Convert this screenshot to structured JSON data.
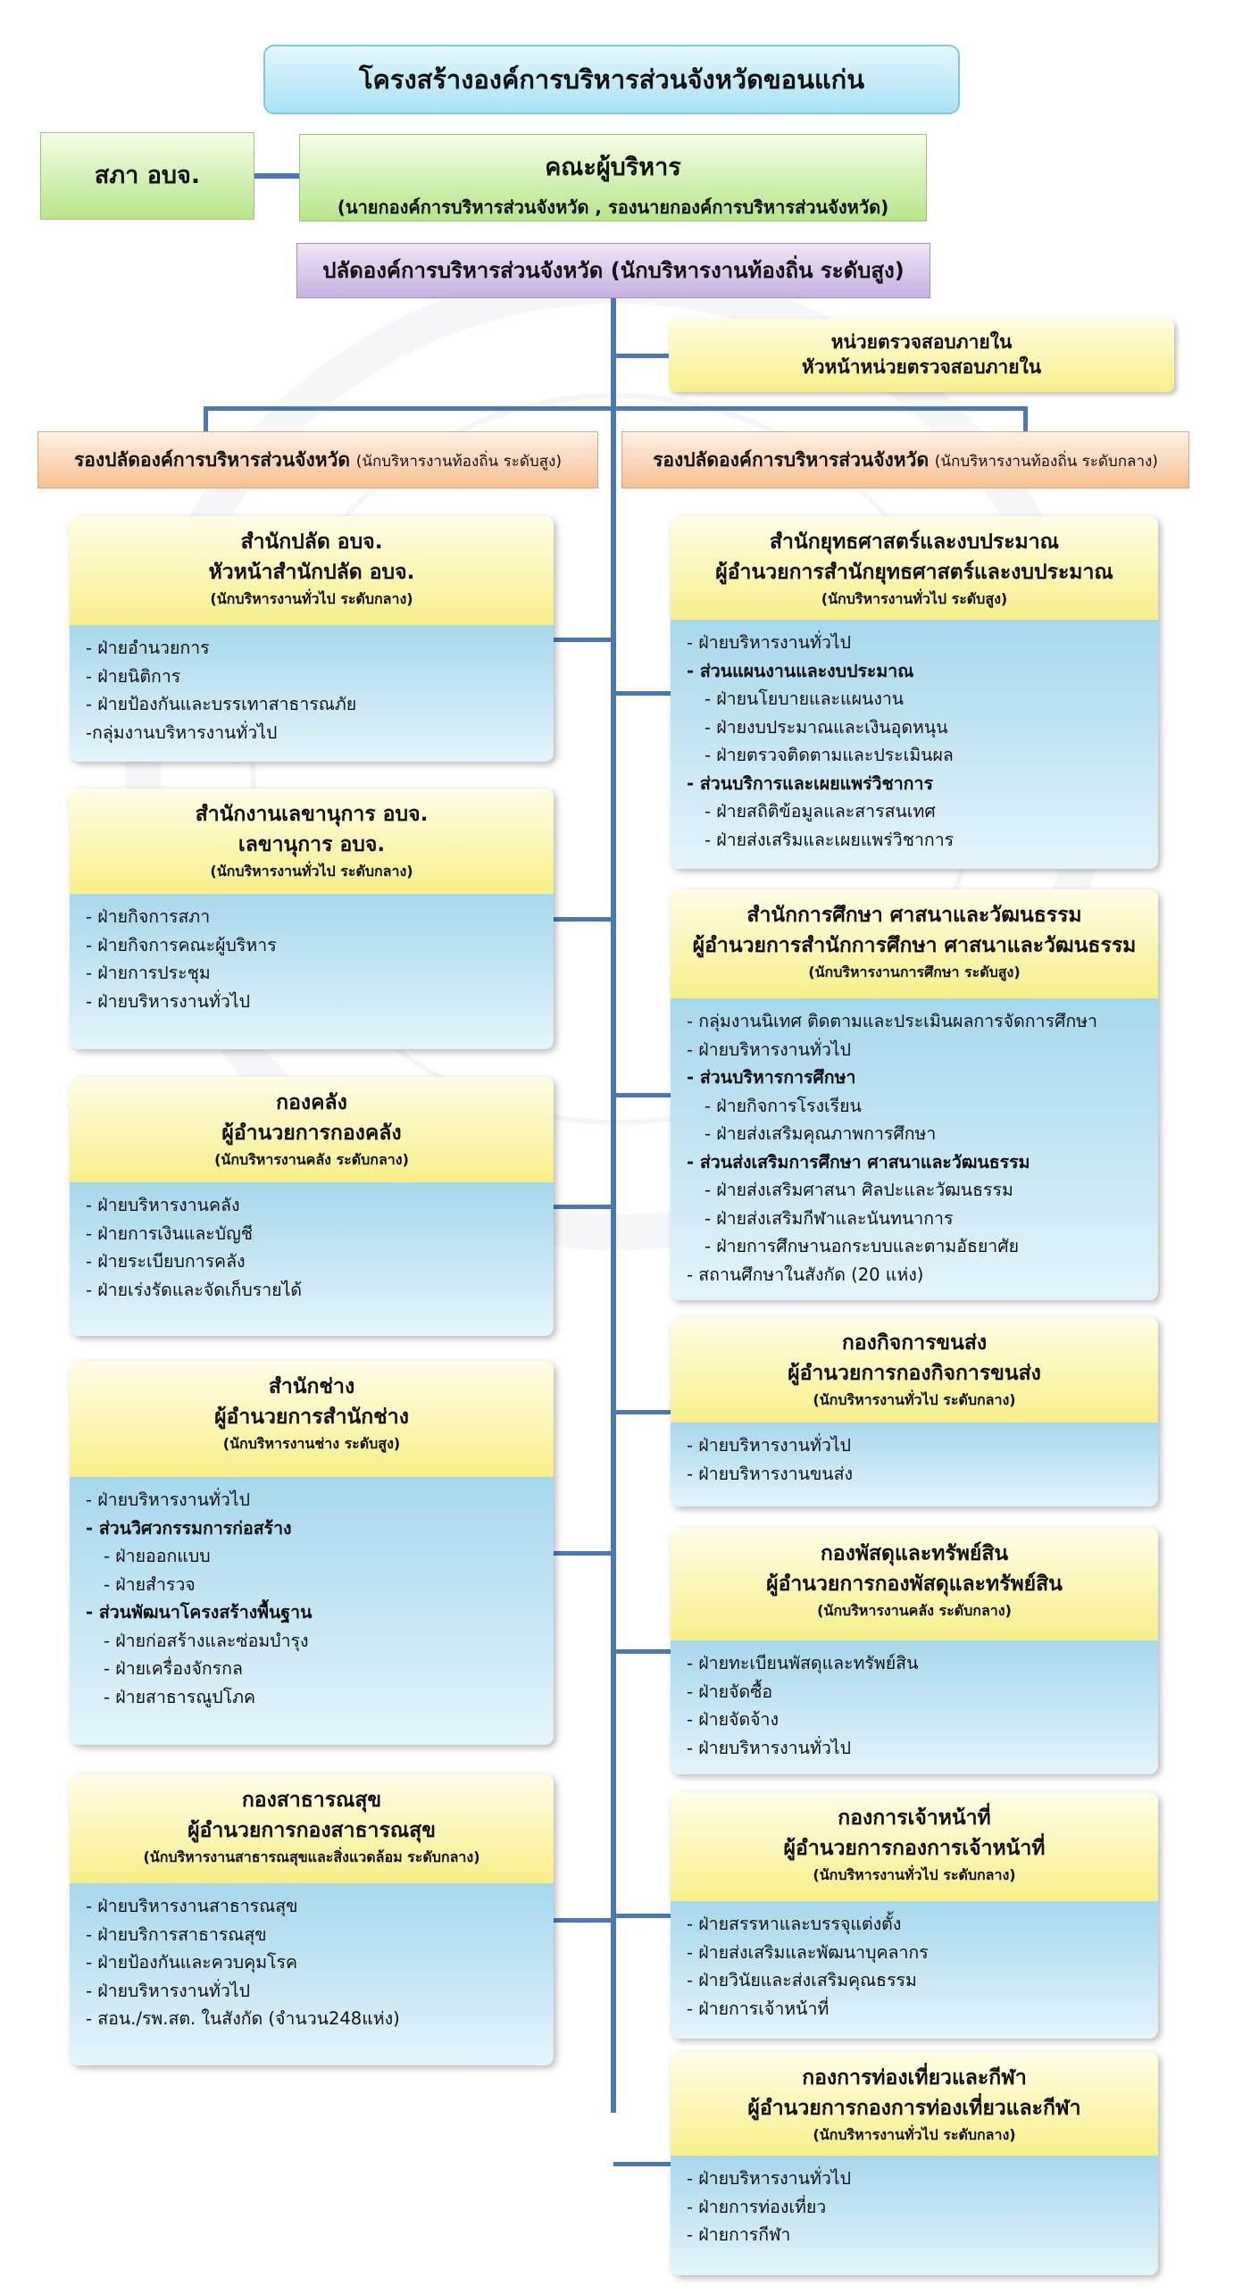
{
  "title": "โครงสร้างองค์การบริหารส่วนจังหวัดขอนแก่น",
  "council": "สภา อบจ.",
  "executive": {
    "title": "คณะผู้บริหาร",
    "subtitle": "(นายกองค์การบริหารส่วนจังหวัด , รองนายกองค์การบริหารส่วนจังหวัด)"
  },
  "clerk": "ปลัดองค์การบริหารส่วนจังหวัด (นักบริหารงานท้องถิ่น ระดับสูง)",
  "audit": {
    "line1": "หน่วยตรวจสอบภายใน",
    "line2": "หัวหน้าหน่วยตรวจสอบภายใน"
  },
  "deputies": [
    {
      "title": "รองปลัดองค์การบริหารส่วนจังหวัด",
      "level": "(นักบริหารงานท้องถิ่น ระดับสูง)"
    },
    {
      "title": "รองปลัดองค์การบริหารส่วนจังหวัด",
      "level": "(นักบริหารงานท้องถิ่น ระดับกลาง)"
    }
  ],
  "left_cards": [
    {
      "lines": [
        "สำนักปลัด อบจ.",
        "หัวหน้าสำนักปลัด อบจ."
      ],
      "level": "(นักบริหารงานทั่วไป ระดับกลาง)",
      "items": [
        {
          "text": "- ฝ่ายอำนวยการ",
          "s": 0
        },
        {
          "text": "- ฝ่ายนิติการ",
          "s": 0
        },
        {
          "text": "- ฝ่ายป้องกันและบรรเทาสาธารณภัย",
          "s": 0
        },
        {
          "text": "-กลุ่มงานบริหารงานทั่วไป",
          "s": 0
        }
      ]
    },
    {
      "lines": [
        "สำนักงานเลขานุการ อบจ.",
        "เลขานุการ อบจ."
      ],
      "level": "(นักบริหารงานทั่วไป ระดับกลาง)",
      "items": [
        {
          "text": "- ฝ่ายกิจการสภา",
          "s": 0
        },
        {
          "text": "- ฝ่ายกิจการคณะผู้บริหาร",
          "s": 0
        },
        {
          "text": "- ฝ่ายการประชุม",
          "s": 0
        },
        {
          "text": "- ฝ่ายบริหารงานทั่วไป",
          "s": 0
        }
      ]
    },
    {
      "lines": [
        "กองคลัง",
        "ผู้อำนวยการกองคลัง"
      ],
      "level": "(นักบริหารงานคลัง ระดับกลาง)",
      "items": [
        {
          "text": "- ฝ่ายบริหารงานคลัง",
          "s": 0
        },
        {
          "text": "- ฝ่ายการเงินและบัญชี",
          "s": 0
        },
        {
          "text": "- ฝ่ายระเบียบการคลัง",
          "s": 0
        },
        {
          "text": "- ฝ่ายเร่งรัดและจัดเก็บรายได้",
          "s": 0
        }
      ]
    },
    {
      "lines": [
        "สำนักช่าง",
        "ผู้อำนวยการสำนักช่าง"
      ],
      "level": "(นักบริหารงานช่าง ระดับสูง)",
      "items": [
        {
          "text": "- ฝ่ายบริหารงานทั่วไป",
          "s": 0
        },
        {
          "text": "- ส่วนวิศวกรรมการก่อสร้าง",
          "s": 1
        },
        {
          "text": "- ฝ่ายออกแบบ",
          "s": 2
        },
        {
          "text": "- ฝ่ายสำรวจ",
          "s": 2
        },
        {
          "text": "- ส่วนพัฒนาโครงสร้างพื้นฐาน",
          "s": 1
        },
        {
          "text": "- ฝ่ายก่อสร้างและซ่อมบำรุง",
          "s": 2
        },
        {
          "text": "- ฝ่ายเครื่องจักรกล",
          "s": 2
        },
        {
          "text": "- ฝ่ายสาธารณูปโภค",
          "s": 2
        }
      ]
    },
    {
      "lines": [
        "กองสาธารณสุข",
        "ผู้อำนวยการกองสาธารณสุข"
      ],
      "level": "(นักบริหารงานสาธารณสุขและสิ่งแวดล้อม ระดับกลาง)",
      "items": [
        {
          "text": "- ฝ่ายบริหารงานสาธารณสุข",
          "s": 0
        },
        {
          "text": "- ฝ่ายบริการสาธารณสุข",
          "s": 0
        },
        {
          "text": "- ฝ่ายป้องกันและควบคุมโรค",
          "s": 0
        },
        {
          "text": "- ฝ่ายบริหารงานทั่วไป",
          "s": 0
        },
        {
          "text": "- สอน./รพ.สต. ในสังกัด (จำนวน248แห่ง)",
          "s": 0
        }
      ]
    }
  ],
  "right_cards": [
    {
      "lines": [
        "สำนักยุทธศาสตร์และงบประมาณ",
        "ผู้อำนวยการสำนักยุทธศาสตร์และงบประมาณ"
      ],
      "level": "(นักบริหารงานทั่วไป ระดับสูง)",
      "items": [
        {
          "text": "- ฝ่ายบริหารงานทั่วไป",
          "s": 0
        },
        {
          "text": "- ส่วนแผนงานและงบประมาณ",
          "s": 1
        },
        {
          "text": "- ฝ่ายนโยบายและแผนงาน",
          "s": 2
        },
        {
          "text": "- ฝ่ายงบประมาณและเงินอุดหนุน",
          "s": 2
        },
        {
          "text": "- ฝ่ายตรวจติดตามและประเมินผล",
          "s": 2
        },
        {
          "text": "- ส่วนบริการและเผยแพร่วิชาการ",
          "s": 1
        },
        {
          "text": "- ฝ่ายสถิติข้อมูลและสารสนเทศ",
          "s": 2
        },
        {
          "text": "- ฝ่ายส่งเสริมและเผยแพร่วิชาการ",
          "s": 2
        }
      ]
    },
    {
      "lines": [
        "สำนักการศึกษา ศาสนาและวัฒนธรรม",
        "ผู้อำนวยการสำนักการศึกษา ศาสนาและวัฒนธรรม"
      ],
      "level": "(นักบริหารงานการศึกษา ระดับสูง)",
      "items": [
        {
          "text": "- กลุ่มงานนิเทศ ติดตามและประเมินผลการจัดการศึกษา",
          "s": 0
        },
        {
          "text": "- ฝ่ายบริหารงานทั่วไป",
          "s": 0
        },
        {
          "text": "- ส่วนบริหารการศึกษา",
          "s": 1
        },
        {
          "text": "- ฝ่ายกิจการโรงเรียน",
          "s": 2
        },
        {
          "text": "- ฝ่ายส่งเสริมคุณภาพการศึกษา",
          "s": 2
        },
        {
          "text": "- ส่วนส่งเสริมการศึกษา ศาสนาและวัฒนธรรม",
          "s": 1
        },
        {
          "text": "- ฝ่ายส่งเสริมศาสนา ศิลปะและวัฒนธรรม",
          "s": 2
        },
        {
          "text": "- ฝ่ายส่งเสริมกีฬาและนันทนาการ",
          "s": 2
        },
        {
          "text": "- ฝ่ายการศึกษานอกระบบและตามอัธยาศัย",
          "s": 2
        },
        {
          "text": "- สถานศึกษาในสังกัด (20 แห่ง)",
          "s": 0
        }
      ]
    },
    {
      "lines": [
        "กองกิจการขนส่ง",
        "ผู้อำนวยการกองกิจการขนส่ง"
      ],
      "level": "(นักบริหารงานทั่วไป ระดับกลาง)",
      "items": [
        {
          "text": "- ฝ่ายบริหารงานทั่วไป",
          "s": 0
        },
        {
          "text": "- ฝ่ายบริหารงานขนส่ง",
          "s": 0
        }
      ]
    },
    {
      "lines": [
        "กองพัสดุและทรัพย์สิน",
        "ผู้อำนวยการกองพัสดุและทรัพย์สิน"
      ],
      "level": "(นักบริหารงานคลัง ระดับกลาง)",
      "items": [
        {
          "text": "- ฝ่ายทะเบียนพัสดุและทรัพย์สิน",
          "s": 0
        },
        {
          "text": "- ฝ่ายจัดซื้อ",
          "s": 0
        },
        {
          "text": "- ฝ่ายจัดจ้าง",
          "s": 0
        },
        {
          "text": "- ฝ่ายบริหารงานทั่วไป",
          "s": 0
        }
      ]
    },
    {
      "lines": [
        "กองการเจ้าหน้าที่",
        "ผู้อำนวยการกองการเจ้าหน้าที่"
      ],
      "level": "(นักบริหารงานทั่วไป ระดับกลาง)",
      "items": [
        {
          "text": "- ฝ่ายสรรหาและบรรจุแต่งตั้ง",
          "s": 0
        },
        {
          "text": "- ฝ่ายส่งเสริมและพัฒนาบุคลากร",
          "s": 0
        },
        {
          "text": "- ฝ่ายวินัยและส่งเสริมคุณธรรม",
          "s": 0
        },
        {
          "text": "- ฝ่ายการเจ้าหน้าที่",
          "s": 0
        }
      ]
    },
    {
      "lines": [
        "กองการท่องเที่ยวและกีฬา",
        "ผู้อำนวยการกองการท่องเที่ยวและกีฬา"
      ],
      "level": "(นักบริหารงานทั่วไป ระดับกลาง)",
      "items": [
        {
          "text": "- ฝ่ายบริหารงานทั่วไป",
          "s": 0
        },
        {
          "text": "- ฝ่ายการท่องเที่ยว",
          "s": 0
        },
        {
          "text": "- ฝ่ายการกีฬา",
          "s": 0
        }
      ]
    }
  ]
}
